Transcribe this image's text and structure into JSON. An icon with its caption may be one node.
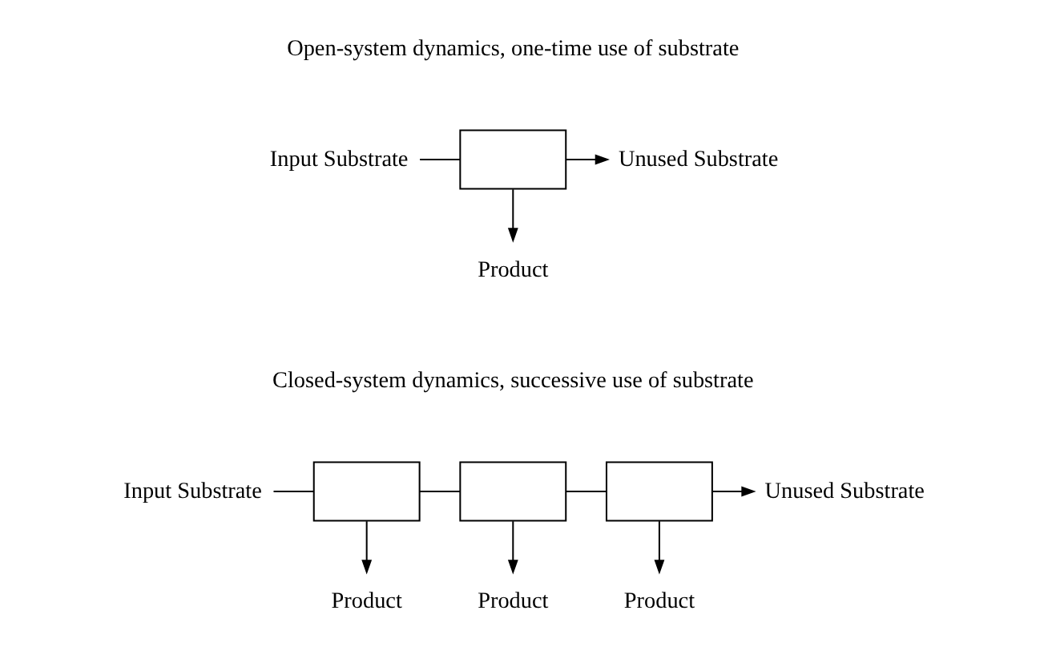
{
  "diagram": {
    "nodes": [
      {
        "text": [
          "Input Substrate"
        ]
      },
      {
        "text": [],
        "shape": "box"
      },
      {
        "text": [
          "Unused Substrate"
        ]
      },
      {
        "text": [
          "Product"
        ]
      },
      {
        "text": [
          "Input Substrate"
        ]
      },
      {
        "text": [],
        "shape": "box"
      },
      {
        "text": [],
        "shape": "box"
      },
      {
        "text": [],
        "shape": "box"
      },
      {
        "text": [
          "Unused Substrate"
        ]
      },
      {
        "text": [
          "Product"
        ]
      },
      {
        "text": [
          "Product"
        ]
      },
      {
        "text": [
          "Product"
        ]
      }
    ],
    "edges": [
      {
        "from": 0,
        "to": 1,
        "arrow": "none"
      },
      {
        "from": 1,
        "to": 2,
        "arrow": "to"
      },
      {
        "from": 1,
        "to": 3,
        "arrow": "to"
      },
      {
        "from": 4,
        "to": 5,
        "arrow": "none"
      },
      {
        "from": 5,
        "to": 6,
        "arrow": "none"
      },
      {
        "from": 6,
        "to": 7,
        "arrow": "none"
      },
      {
        "from": 7,
        "to": 8,
        "arrow": "to"
      },
      {
        "from": 5,
        "to": 9,
        "arrow": "to"
      },
      {
        "from": 6,
        "to": 10,
        "arrow": "to"
      },
      {
        "from": 7,
        "to": 11,
        "arrow": "to"
      }
    ],
    "labels": [
      "Open-system dynamics, one-time use of substrate",
      "Closed-system dynamics, successive use of substrate"
    ]
  }
}
